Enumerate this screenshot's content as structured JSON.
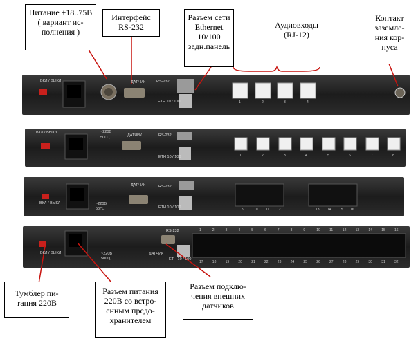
{
  "callouts": {
    "power": "Питание ±18..75В ( вариант ис-полнения )",
    "rs232": "Интерфейс RS-232",
    "ethernet": "Разъем сети Ethernet 10/100 задн.панель",
    "audio": "Аудиовходы (RJ-12)",
    "ground": "Контакт заземле-ния кор-пуса",
    "toggle": "Тумблер пи-тания 220В",
    "power220": "Разъем питания 220В со встро-енным предо-хранителем",
    "sensors": "Разъем подклю-чения внешних датчиков"
  },
  "panel_labels": {
    "onoff": "ВКЛ / ВЫКЛ",
    "rs232": "RS-232",
    "sensor": "ДАТЧИК",
    "eth": "ЕТН 10 / 100",
    "v220": "~220В",
    "hz50": "50ГЦ"
  },
  "panel1_ports": [
    "1",
    "2",
    "3",
    "4"
  ],
  "panel2_ports": [
    "1",
    "2",
    "3",
    "4",
    "5",
    "6",
    "7",
    "8"
  ],
  "panel3_top": [
    "9",
    "10",
    "11",
    "12",
    "13",
    "14",
    "15",
    "16"
  ],
  "panel4_top": [
    "1",
    "2",
    "3",
    "4",
    "5",
    "6",
    "7",
    "8",
    "9",
    "10",
    "11",
    "12",
    "13",
    "14",
    "15",
    "16"
  ],
  "panel4_bottom": [
    "17",
    "18",
    "19",
    "20",
    "21",
    "22",
    "23",
    "24",
    "25",
    "26",
    "27",
    "28",
    "29",
    "30",
    "31",
    "32"
  ]
}
